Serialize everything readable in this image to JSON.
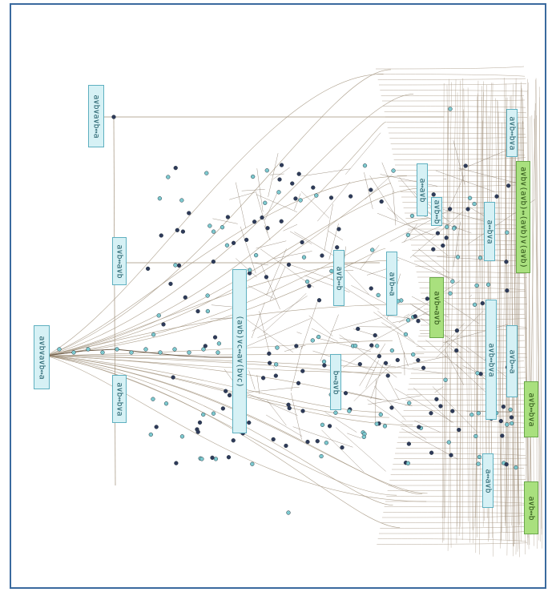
{
  "figure": {
    "nodes": [
      {
        "id": "root",
        "text": "a∨b∨a∨b↔a",
        "style": "cyan"
      },
      {
        "id": "top",
        "text": "a∨b∨a∨b↔a",
        "style": "cyan"
      },
      {
        "id": "mid",
        "text": "a∨b↔a∨b",
        "style": "cyan"
      },
      {
        "id": "low",
        "text": "a∨b↔b∨a",
        "style": "cyan"
      },
      {
        "id": "big",
        "text": "(a∨b)∨c↔a∨(b∨c)",
        "style": "cyan"
      },
      {
        "id": "n6",
        "text": "a∨b↔b",
        "style": "cyan"
      },
      {
        "id": "n7",
        "text": "b↔a∨b",
        "style": "cyan"
      },
      {
        "id": "n8",
        "text": "a∨b↔a",
        "style": "cyan"
      },
      {
        "id": "n9",
        "text": "a↔a∨b",
        "style": "cyan"
      },
      {
        "id": "n10",
        "text": "a∨b↔b",
        "style": "cyan"
      },
      {
        "id": "n11",
        "text": "a↔b∨a",
        "style": "cyan"
      },
      {
        "id": "n12",
        "text": "a∨b↔b∨a",
        "style": "cyan"
      },
      {
        "id": "n13",
        "text": "a↔a∨b",
        "style": "cyan"
      },
      {
        "id": "n14",
        "text": "a∨b↔a",
        "style": "cyan"
      },
      {
        "id": "n15",
        "text": "a∨b↔b∨a",
        "style": "cyan"
      },
      {
        "id": "g1",
        "text": "a∨b∨(a∨b)↔(a∨b)∨(a∨b)",
        "style": "green"
      },
      {
        "id": "g2",
        "text": "a∨b↔a∨b",
        "style": "green"
      },
      {
        "id": "g3",
        "text": "a∨b↔b∨a",
        "style": "green"
      },
      {
        "id": "g4",
        "text": "a∨b↔b",
        "style": "green"
      }
    ]
  }
}
